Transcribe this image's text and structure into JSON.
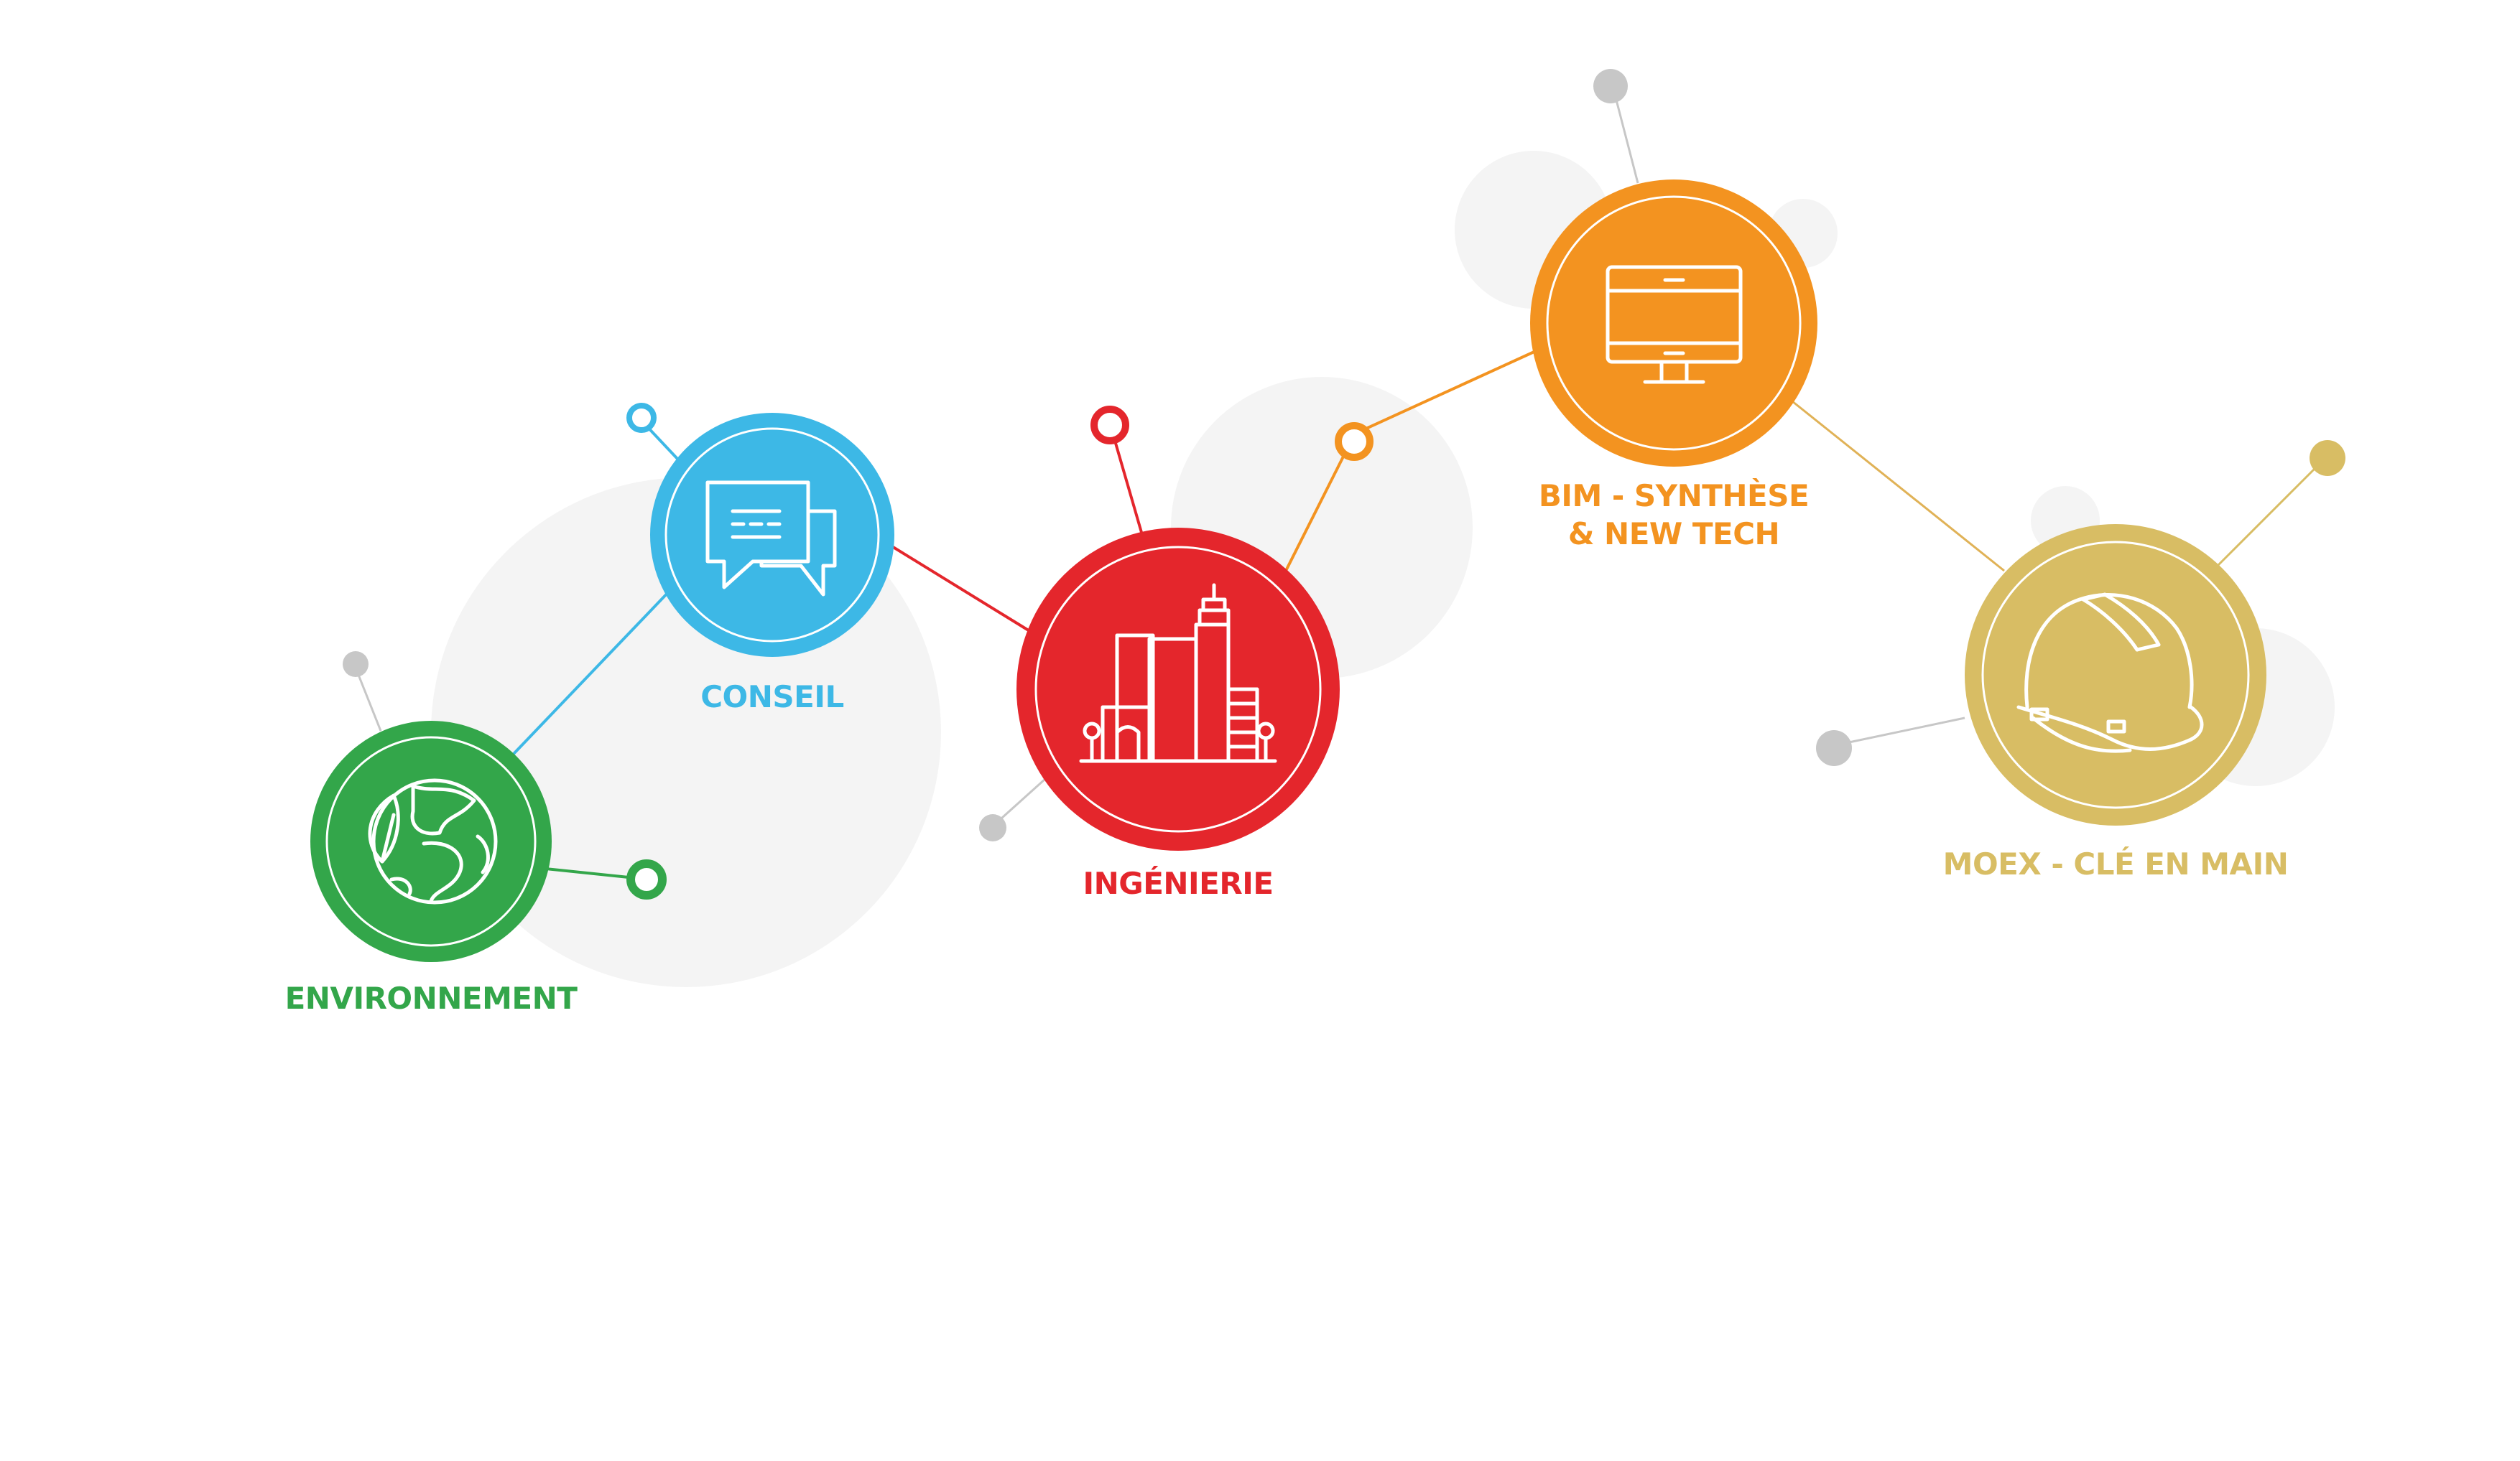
{
  "services": [
    {
      "id": "environnement",
      "label": "ENVIRONNEMENT",
      "color": "#33a64a",
      "icon": "globe-leaf-icon"
    },
    {
      "id": "conseil",
      "label": "CONSEIL",
      "color": "#3db8e6",
      "icon": "chat-bubbles-icon"
    },
    {
      "id": "ingenierie",
      "label": "INGÉNIERIE",
      "color": "#e4262c",
      "icon": "buildings-icon"
    },
    {
      "id": "bim",
      "label_lines": [
        "BIM - SYNTHÈSE",
        "& NEW TECH"
      ],
      "color": "#f39320",
      "icon": "monitor-icon"
    },
    {
      "id": "moex",
      "label": "MOEX - CLÉ EN MAIN",
      "color": "#d8bd64",
      "icon": "hard-hat-icon"
    }
  ],
  "colors": {
    "background_blob": "#f4f4f4",
    "neutral_dot": "#c7c7c7"
  }
}
